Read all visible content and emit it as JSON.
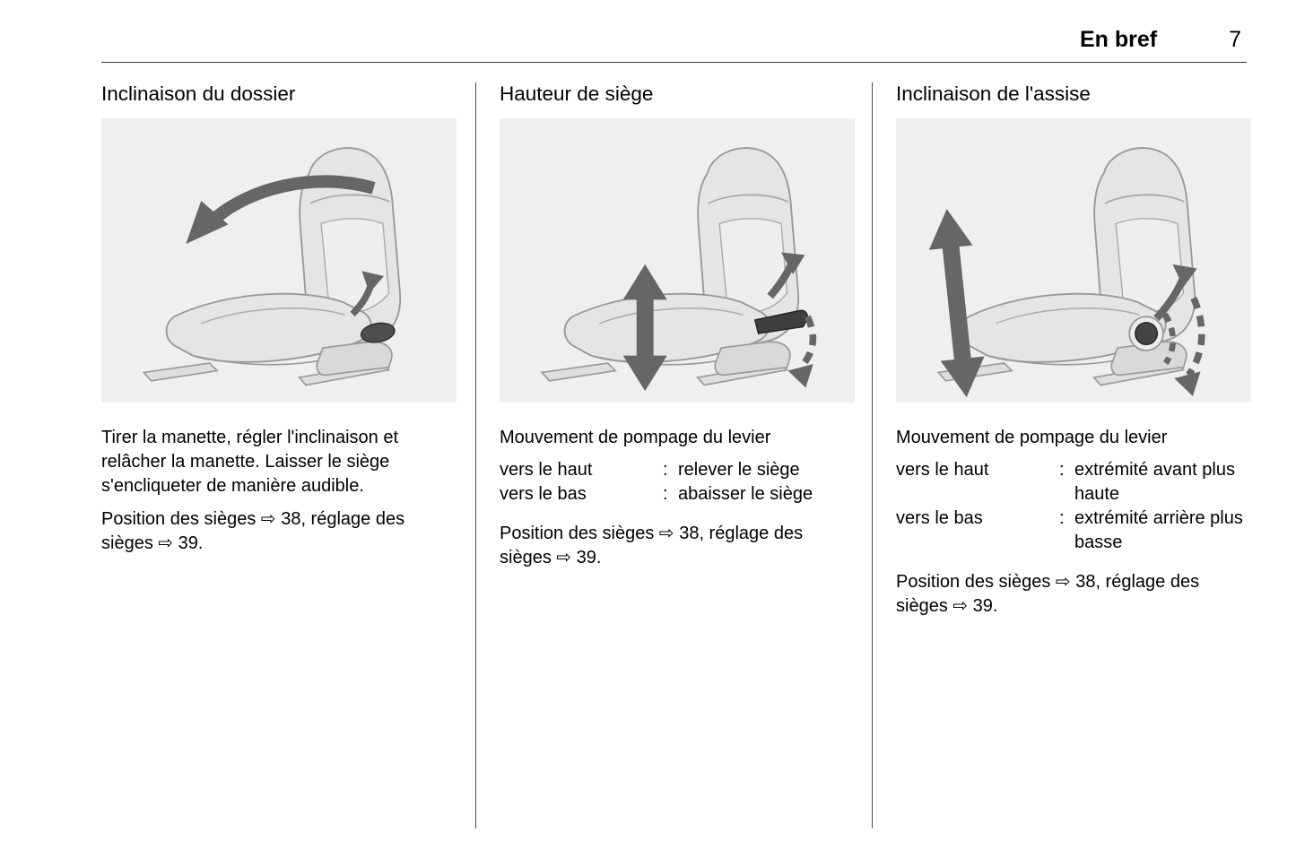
{
  "header": {
    "title": "En bref",
    "page_number": "7"
  },
  "columns": [
    {
      "title": "Inclinaison du dossier",
      "illustration": "seat-backrest-recline-illustration",
      "body": "Tirer la manette, régler l'inclinaison et relâcher la manette. Laisser le siège s'encliqueter de manière audible.",
      "reference": "Position des sièges ⇨ 38, réglage des sièges ⇨ 39."
    },
    {
      "title": "Hauteur de siège",
      "illustration": "seat-height-illustration",
      "lead": "Mouvement de pompage du levier",
      "rows": [
        {
          "term": "vers le haut",
          "sep": ":",
          "desc": "relever le siège"
        },
        {
          "term": "vers le bas",
          "sep": ":",
          "desc": "abaisser le siège"
        }
      ],
      "reference": "Position des sièges ⇨ 38, réglage des sièges ⇨ 39."
    },
    {
      "title": "Inclinaison de l'assise",
      "illustration": "seat-tilt-illustration",
      "lead": "Mouvement de pompage du levier",
      "rows": [
        {
          "term": "vers le haut",
          "sep": ":",
          "desc": "extrémité avant plus haute"
        },
        {
          "term": "vers le bas",
          "sep": ":",
          "desc": "extrémité arrière plus basse"
        }
      ],
      "reference": "Position des sièges ⇨ 38, réglage des sièges ⇨ 39."
    }
  ],
  "colors": {
    "text": "#000000",
    "rule": "#3a3a3a",
    "column_divider": "#4a4a4a",
    "illustration_background": "#efefef",
    "seat_fill": "#e5e5e5",
    "seat_stroke": "#9a9a9a",
    "arrow": "#666666",
    "lever_dark": "#3e3e3e"
  }
}
